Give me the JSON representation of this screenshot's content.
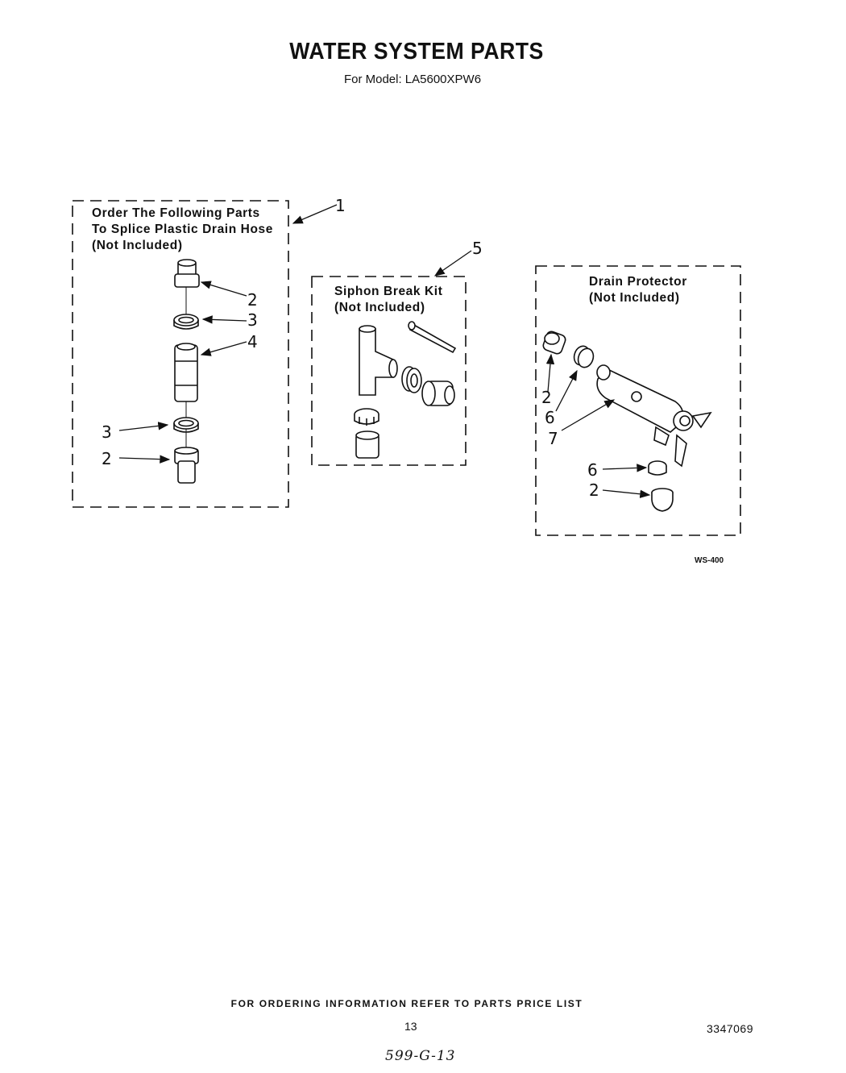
{
  "header": {
    "title": "WATER SYSTEM PARTS",
    "subtitle": "For Model: LA5600XPW6"
  },
  "boxes": {
    "splice": {
      "label_lines": [
        "Order The Following Parts",
        "To Splice Plastic Drain Hose",
        "(Not Included)"
      ],
      "callout": "1"
    },
    "siphon": {
      "label_lines": [
        "Siphon Break Kit",
        "(Not Included)"
      ],
      "callout": "5"
    },
    "drain": {
      "label_lines": [
        "Drain Protector",
        "(Not Included)"
      ]
    }
  },
  "callouts": {
    "splice_parts": [
      "2",
      "3",
      "4",
      "3",
      "2"
    ],
    "drain_parts": [
      "2",
      "6",
      "7",
      "6",
      "2"
    ]
  },
  "figure_code": "WS-400",
  "footer": {
    "note": "FOR ORDERING INFORMATION REFER TO PARTS PRICE LIST",
    "page_number": "13",
    "doc_number": "3347069",
    "handwritten": "599-G-13"
  },
  "colors": {
    "ink": "#111111",
    "paper": "#ffffff"
  }
}
